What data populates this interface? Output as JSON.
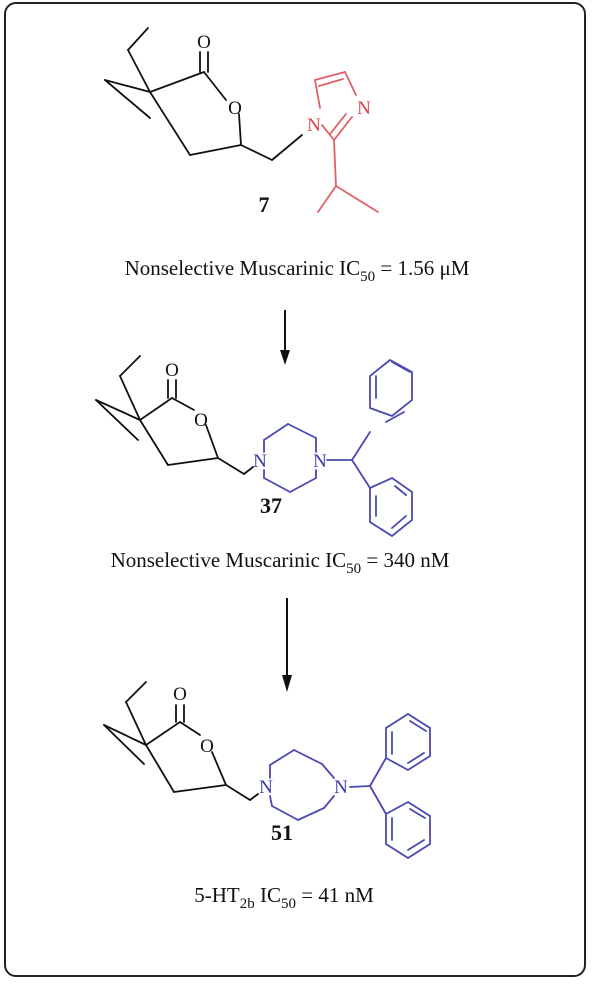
{
  "compounds": [
    {
      "id": "7",
      "caption_prefix": "Nonselective Muscarinic IC",
      "caption_sub": "50",
      "caption_suffix": " = 1.56 μM",
      "atoms": {
        "carbonyl_o": "O",
        "ring_o": "O",
        "n1": "N",
        "n2": "N"
      }
    },
    {
      "id": "37",
      "caption_prefix": "Nonselective Muscarinic IC",
      "caption_sub": "50",
      "caption_suffix": " = 340 nM",
      "atoms": {
        "carbonyl_o": "O",
        "ring_o": "O",
        "n1": "N",
        "n2": "N"
      }
    },
    {
      "id": "51",
      "caption_prefix": "5-HT",
      "caption_prefix_sub": "2b",
      "caption_mid": " IC",
      "caption_sub": "50",
      "caption_suffix": " = 41 nM",
      "atoms": {
        "carbonyl_o": "O",
        "ring_o": "O",
        "n1": "N",
        "n2": "N"
      }
    }
  ],
  "colors": {
    "frame": "#222222",
    "imidazole": "#e0606a",
    "benzhydrylpiperazine": "#4a4ab0"
  }
}
